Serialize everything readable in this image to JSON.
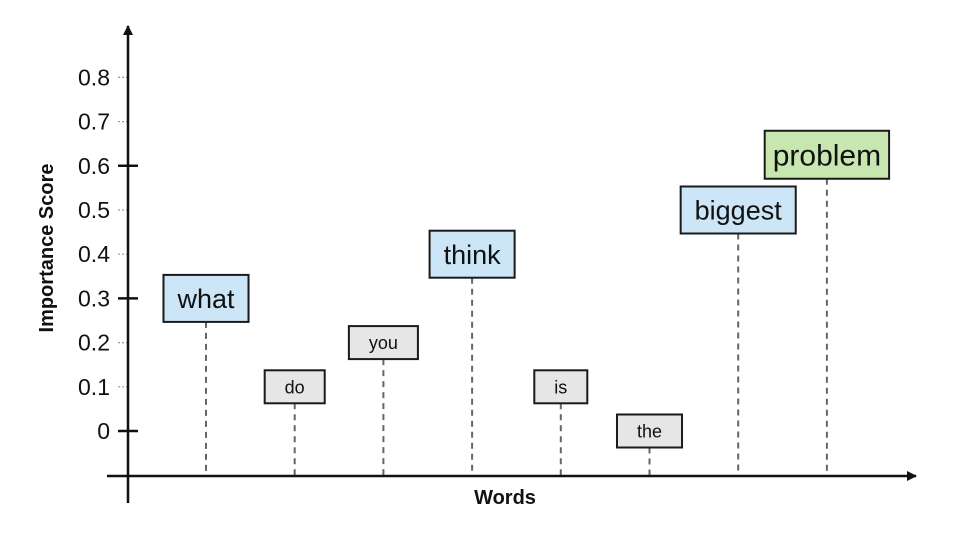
{
  "chart_data": {
    "type": "scatter",
    "xlabel": "Words",
    "ylabel": "Importance Score",
    "ylim": [
      -0.1,
      0.9
    ],
    "yticks": [
      "0",
      "0.1",
      "0.2",
      "0.3",
      "0.4",
      "0.5",
      "0.6",
      "0.7",
      "0.8"
    ],
    "grid": false,
    "points": [
      {
        "word": "what",
        "value": 0.3,
        "tier": "mid"
      },
      {
        "word": "do",
        "value": 0.1,
        "tier": "low"
      },
      {
        "word": "you",
        "value": 0.2,
        "tier": "low"
      },
      {
        "word": "think",
        "value": 0.4,
        "tier": "mid"
      },
      {
        "word": "is",
        "value": 0.1,
        "tier": "low"
      },
      {
        "word": "the",
        "value": 0.0,
        "tier": "low"
      },
      {
        "word": "biggest",
        "value": 0.5,
        "tier": "mid"
      },
      {
        "word": "problem",
        "value": 0.625,
        "tier": "high"
      }
    ],
    "colors": {
      "low": {
        "fill": "#e6e6e6",
        "stroke": "#1a1a1a"
      },
      "mid": {
        "fill": "#cce6f7",
        "stroke": "#1a1a1a"
      },
      "high": {
        "fill": "#c8e6b0",
        "stroke": "#1a1a1a"
      }
    }
  }
}
